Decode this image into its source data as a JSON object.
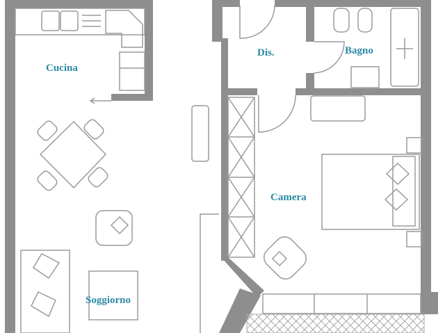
{
  "rooms": {
    "kitchen": "Cucina",
    "hallway": "Dis.",
    "bathroom": "Bagno",
    "bedroom": "Camera",
    "living": "Soggiorno"
  },
  "colors": {
    "wall": "#8e8e8e",
    "label": "#2a8aa5",
    "line": "#9a9a9a"
  }
}
